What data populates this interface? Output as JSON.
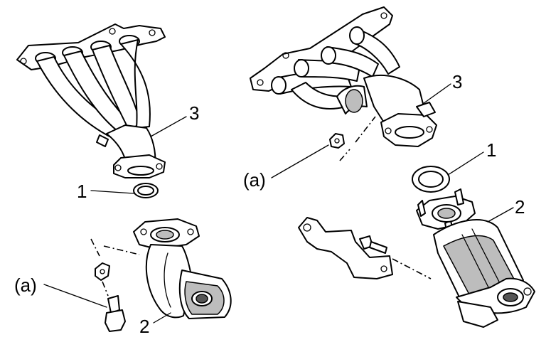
{
  "labels": {
    "left_manifold": "3",
    "left_gasket": "1",
    "left_catalyst": "2",
    "left_fastener": "(a)",
    "right_manifold": "3",
    "right_gasket": "1",
    "right_catalyst": "2",
    "right_fastener": "(a)"
  }
}
